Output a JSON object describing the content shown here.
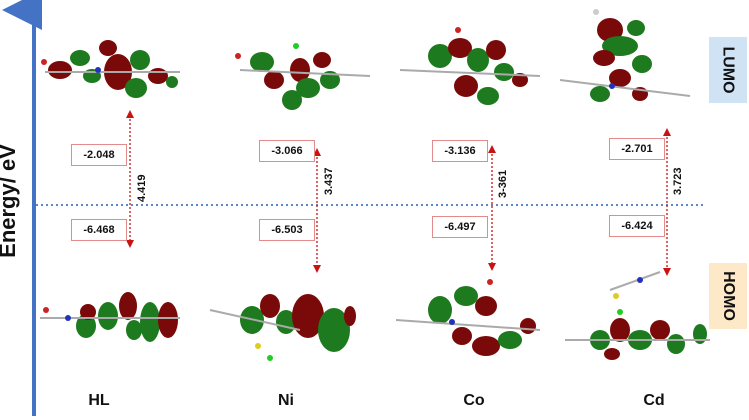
{
  "axis_label": "Energy/ eV",
  "lumo_label": "LUMO",
  "homo_label": "HOMO",
  "colors": {
    "axis": "#4472c4",
    "arrow": "#cc1111",
    "box_border": "#e58a8a",
    "lobe_red": "#7a0a0a",
    "lobe_green": "#1e7a1e"
  },
  "compounds": [
    {
      "name": "HL",
      "lumo": "-2.048",
      "homo": "-6.468",
      "gap": "4.419"
    },
    {
      "name": "Ni",
      "lumo": "-3.066",
      "homo": "-6.503",
      "gap": "3.437"
    },
    {
      "name": "Co",
      "lumo": "-3.136",
      "homo": "-6.497",
      "gap": "3-361"
    },
    {
      "name": "Cd",
      "lumo": "-2.701",
      "homo": "-6.424",
      "gap": "3.723"
    }
  ]
}
